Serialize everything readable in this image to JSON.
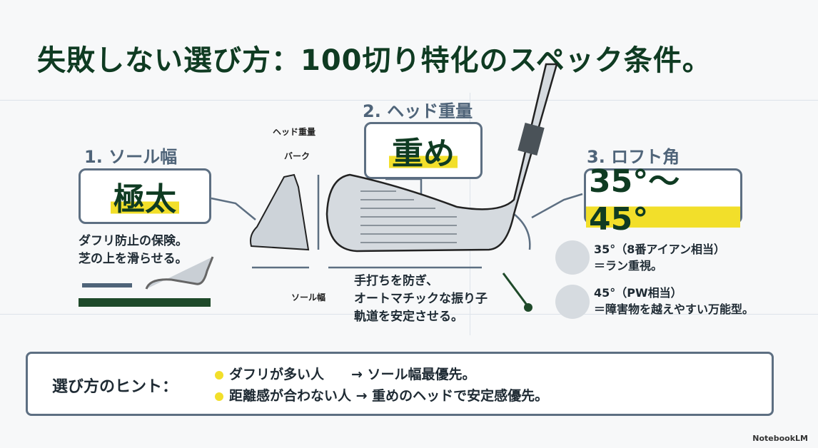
{
  "title": "失敗しない選び方：100切り特化のスペック条件。",
  "sections": [
    {
      "label": "1. ソール幅",
      "value": "極太",
      "note": [
        "ダフリ防止の保険。",
        "芝の上を滑らせる。"
      ]
    },
    {
      "label": "2. ヘッド重量",
      "value": "重め",
      "note": [
        "手打ちを防ぎ、",
        "オートマチックな振り子",
        "軌道を安定させる。"
      ]
    },
    {
      "label": "3. ロフト角",
      "value": "35°～ 45°"
    }
  ],
  "diagram_labels": {
    "head_weight": "ヘッド重量",
    "bark": "バーク",
    "sole_width": "ソール幅"
  },
  "lofts": [
    {
      "title": "35°（8番アイアン相当）",
      "desc": "＝ラン重視。"
    },
    {
      "title": "45°（PW相当）",
      "desc": "＝障害物を越えやすい万能型。"
    }
  ],
  "hint": {
    "label": "選び方のヒント：",
    "items": [
      "ダフリが多い人　　→ ソール幅最優先。",
      "距離感が合わない人 → 重めのヘッドで安定感優先。"
    ]
  },
  "brand": "NotebookLM",
  "colors": {
    "title": "#0f3b22",
    "accent": "#f2df2a",
    "label": "#4f6479",
    "border": "#5d6f82"
  }
}
